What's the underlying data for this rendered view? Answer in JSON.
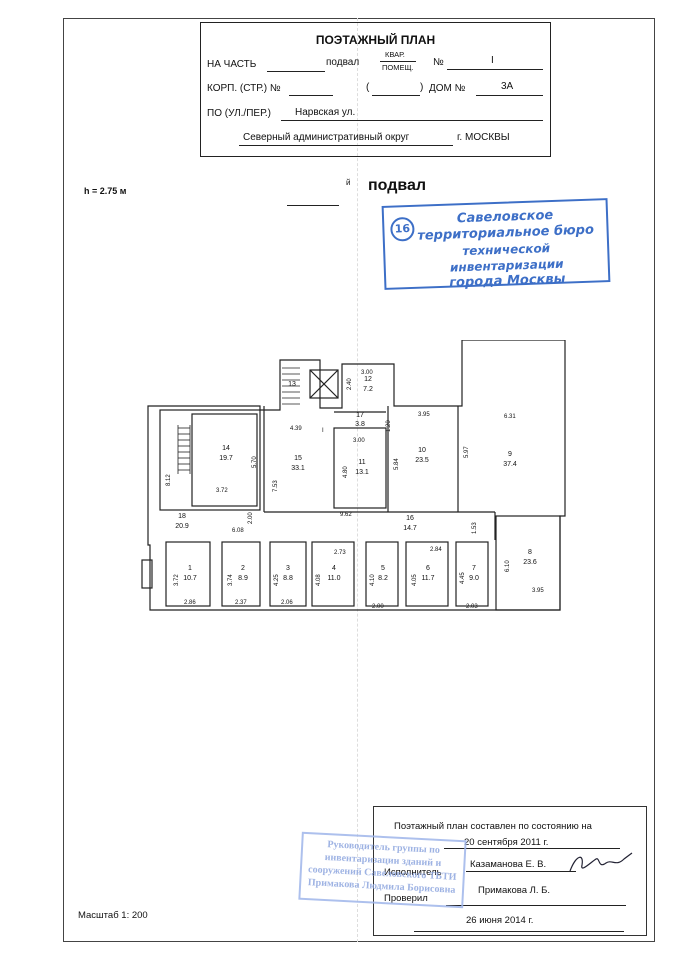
{
  "header": {
    "title": "ПОЭТАЖНЫЙ ПЛАН",
    "row1": {
      "label": "НА ЧАСТЬ",
      "value": "подвал",
      "kind_top": "КВАР.",
      "kind_bottom": "ПОМЕЩ.",
      "num_label": "№",
      "num_value": "I"
    },
    "row2": {
      "label": "КОРП. (СТР.) №",
      "paren_open": "(",
      "paren_close": ")",
      "house_label": "ДОМ №",
      "house_value": "3А"
    },
    "row3": {
      "label": "ПО (УЛ./ПЕР.)",
      "value": "Нарвская ул."
    },
    "row4": {
      "district": "Северный административный округ",
      "city": "г. МОСКВЫ"
    }
  },
  "height_note": "h = 2.75 м",
  "floor": {
    "sup": "й",
    "name": "подвал"
  },
  "stamp_bti": {
    "number": "16",
    "lines": [
      "Савеловское",
      "территориальное бюро",
      "технической инвентаризации",
      "города Москвы"
    ]
  },
  "plan": {
    "rooms": [
      {
        "num": "1",
        "area": "10.7"
      },
      {
        "num": "2",
        "area": "8.9"
      },
      {
        "num": "3",
        "area": "8.8"
      },
      {
        "num": "4",
        "area": "11.0"
      },
      {
        "num": "5",
        "area": "8.2"
      },
      {
        "num": "6",
        "area": "11.7"
      },
      {
        "num": "7",
        "area": "9.0"
      },
      {
        "num": "8",
        "area": "23.6"
      },
      {
        "num": "9",
        "area": "37.4"
      },
      {
        "num": "10",
        "area": "23.5"
      },
      {
        "num": "11",
        "area": "13.1"
      },
      {
        "num": "12",
        "area": "7.2"
      },
      {
        "num": "13",
        "area": ""
      },
      {
        "num": "14",
        "area": "19.7"
      },
      {
        "num": "15",
        "area": "33.1"
      },
      {
        "num": "16",
        "area": "14.7"
      },
      {
        "num": "17",
        "area": "3.8"
      },
      {
        "num": "18",
        "area": "20.9"
      }
    ],
    "dims": [
      "3.00",
      "2.40",
      "1.20",
      "3.95",
      "6.31",
      "4.39",
      "I",
      "3.00",
      "5.70",
      "8.12",
      "3.72",
      "7.53",
      "4.80",
      "5.84",
      "5.97",
      "2.00",
      "6.08",
      "9.62",
      "1.53",
      "2.73",
      "2.84",
      "6.10",
      "3.72",
      "3.74",
      "4.25",
      "4.08",
      "4.10",
      "4.05",
      "4.45",
      "2.86",
      "2.37",
      "2.06",
      "2.00",
      "2.03",
      "3.95"
    ]
  },
  "footer": {
    "line1": "Поэтажный план составлен по состоянию на",
    "date1": "20 сентября 2011 г.",
    "executor_label": "Исполнитель",
    "executor_name": "Казаманова Е. В.",
    "checker_label": "Проверил",
    "checker_name": "Примакова Л. Б.",
    "date2": "26 июня 2014 г."
  },
  "scale": "Масштаб 1: 200",
  "stamp_chief": {
    "lines": [
      "Руководитель группы по",
      "инвентаризации зданий и",
      "сооружений Савеловского ТБТИ",
      "Примакова Людмила Борисовна"
    ]
  }
}
